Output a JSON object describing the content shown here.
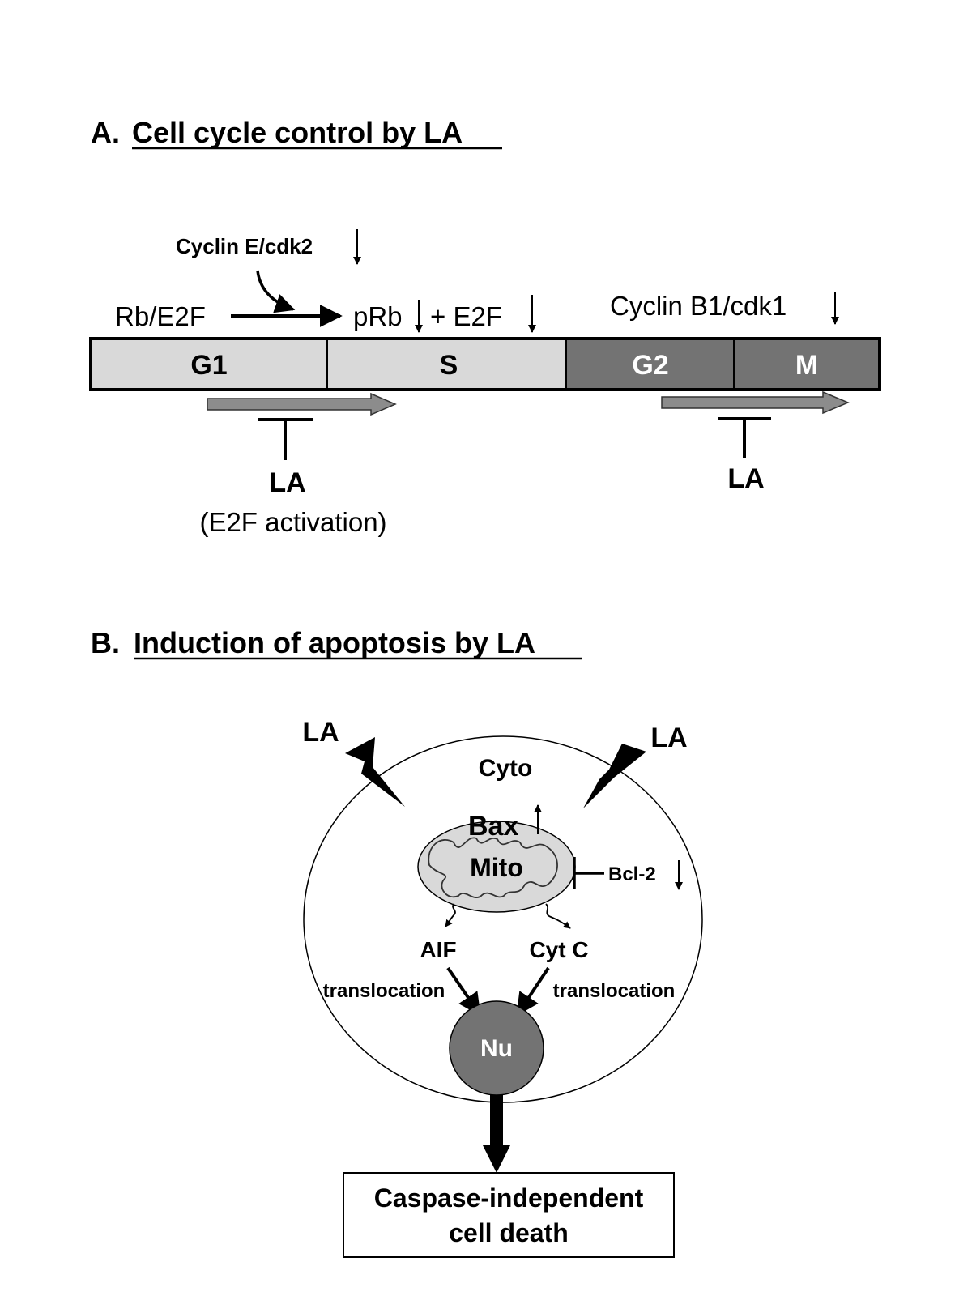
{
  "panel_a": {
    "letter": "A.",
    "title": "Cell cycle control by LA",
    "cyclin_e": "Cyclin E/cdk2",
    "rb_e2f": "Rb/E2F",
    "prb": "pRb",
    "plus_e2f": "+ E2F",
    "cyclin_b1": "Cyclin B1/cdk1",
    "phases": [
      "G1",
      "S",
      "G2",
      "M"
    ],
    "inhibitor_left": "LA",
    "inhibitor_left_note": "(E2F activation)",
    "inhibitor_right": "LA",
    "colors": {
      "light_phase": "#d9d9d9",
      "dark_phase": "#737373",
      "arrow_fill": "#8c8c8c"
    }
  },
  "panel_b": {
    "letter": "B.",
    "title": "Induction of apoptosis by LA",
    "la_left": "LA",
    "la_right": "LA",
    "cyto": "Cyto",
    "bax": "Bax",
    "mito": "Mito",
    "bcl2": "Bcl-2",
    "aif": "AIF",
    "cytc": "Cyt C",
    "translocation_left": "translocation",
    "translocation_right": "translocation",
    "nucleus": "Nu",
    "outcome_line1": "Caspase-independent",
    "outcome_line2": "cell death",
    "colors": {
      "mito_fill": "#d9d9d9",
      "nucleus_fill": "#737373"
    }
  }
}
